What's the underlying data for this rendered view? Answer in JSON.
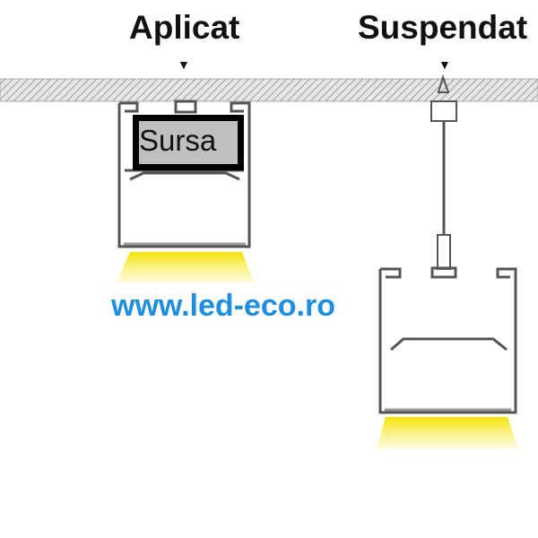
{
  "labels": {
    "surface": "Aplicat",
    "suspended": "Suspendat",
    "driver": "Sursa"
  },
  "watermark": "www.led-eco.ro",
  "colors": {
    "watermark": "#1e8fe0",
    "light": "#f5e51a",
    "profile": "#555555"
  }
}
